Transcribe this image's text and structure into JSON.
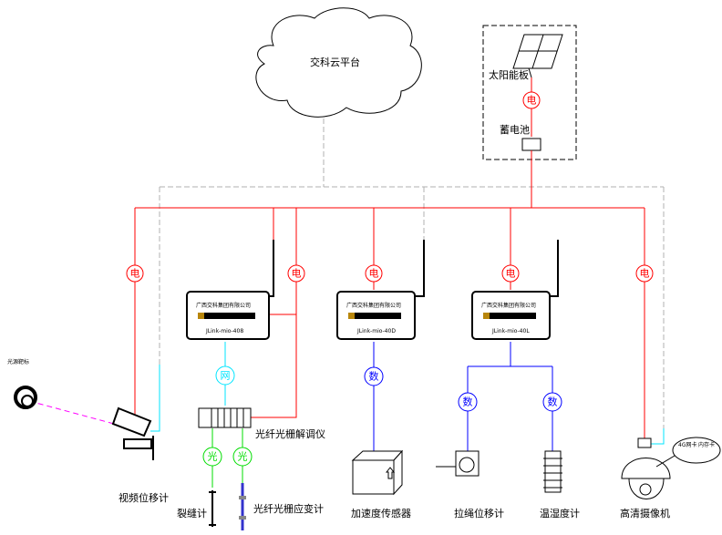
{
  "cloud_label": "交科云平台",
  "solar_panel": "太阳能板",
  "battery": "蓄电池",
  "markers": {
    "power": "电",
    "network": "网",
    "data": "数",
    "optical": "光"
  },
  "devices": [
    {
      "company": "广西交科集团有限公司",
      "model": "JLink-mio-408"
    },
    {
      "company": "广西交科集团有限公司",
      "model": "JLink-mio-40D"
    },
    {
      "company": "广西交科集团有限公司",
      "model": "JLink-mio-40L"
    }
  ],
  "sensors": {
    "light_target": "光源靶标",
    "video_displacement": "视频位移计",
    "demodulator": "光纤光栅解调仪",
    "crack_meter": "裂缝计",
    "fbg_strain": "光纤光栅应变计",
    "accelerometer": "加速度传感器",
    "wire_displacement": "拉绳位移计",
    "temp_humidity": "温湿度计",
    "hd_camera": "高清摄像机",
    "camera_4g": "4G网卡",
    "camera_memory": "内存卡"
  },
  "colors": {
    "power": "#ff0000",
    "network": "#00e5ff",
    "data": "#0000ff",
    "optical": "#00dd00",
    "cloud_link": "#b0b0b0",
    "laser": "#ff00ff"
  }
}
